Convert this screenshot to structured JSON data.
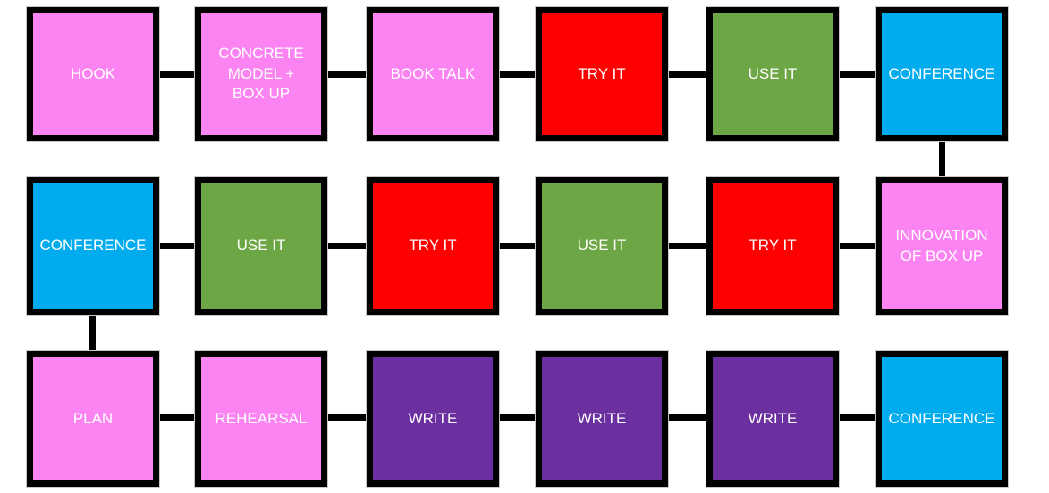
{
  "palette": {
    "pink": "#FB84F2",
    "red": "#FF0000",
    "green": "#6DA644",
    "blue": "#00ACEE",
    "purple": "#6C2F9F",
    "connector": "#000000",
    "box_border": "#000000",
    "label_text": "#FFFFFF",
    "background": "#FFFFFF"
  },
  "rows": [
    {
      "name": "row-1",
      "boxes": [
        {
          "label": "HOOK",
          "color": "#FB84F2"
        },
        {
          "label": "CONCRETE\nMODEL +\nBOX UP",
          "color": "#FB84F2"
        },
        {
          "label": "BOOK TALK",
          "color": "#FB84F2"
        },
        {
          "label": "TRY IT",
          "color": "#FF0000"
        },
        {
          "label": "USE IT",
          "color": "#6DA644"
        },
        {
          "label": "CONFERENCE",
          "color": "#00ACEE"
        }
      ]
    },
    {
      "name": "row-2",
      "boxes": [
        {
          "label": "CONFERENCE",
          "color": "#00ACEE"
        },
        {
          "label": "USE IT",
          "color": "#6DA644"
        },
        {
          "label": "TRY IT",
          "color": "#FF0000"
        },
        {
          "label": "USE IT",
          "color": "#6DA644"
        },
        {
          "label": "TRY IT",
          "color": "#FF0000"
        },
        {
          "label": "INNOVATION\nOF BOX UP",
          "color": "#FB84F2"
        }
      ]
    },
    {
      "name": "row-3",
      "boxes": [
        {
          "label": "PLAN",
          "color": "#FB84F2"
        },
        {
          "label": "REHEARSAL",
          "color": "#FB84F2"
        },
        {
          "label": "WRITE",
          "color": "#6C2F9F"
        },
        {
          "label": "WRITE",
          "color": "#6C2F9F"
        },
        {
          "label": "WRITE",
          "color": "#6C2F9F"
        },
        {
          "label": "CONFERENCE",
          "color": "#00ACEE"
        }
      ]
    }
  ],
  "connections": {
    "horizontal": "adjacent boxes within each row are linked left-to-right",
    "vertical": [
      "row-1 CONFERENCE connects down to row-2 INNOVATION OF BOX UP",
      "row-2 CONFERENCE connects down to row-3 PLAN"
    ]
  }
}
